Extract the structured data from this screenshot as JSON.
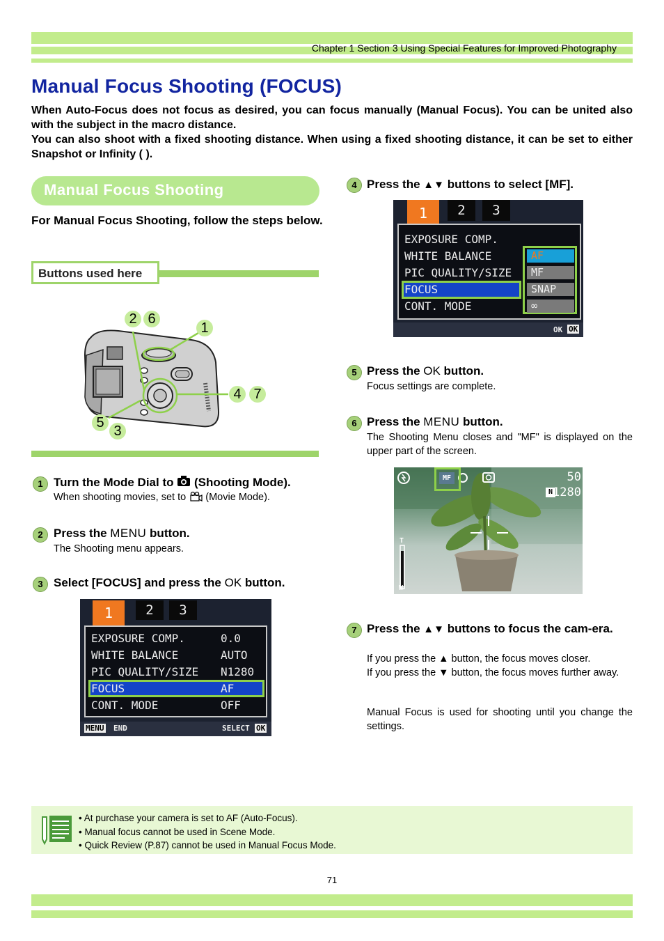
{
  "header": {
    "chapter": "Chapter 1 Section 3 Using Special Features for Improved Photography"
  },
  "title": "Manual Focus Shooting (FOCUS)",
  "intro": {
    "p1": "When Auto-Focus does not focus as desired, you can focus manually (Manual Focus). You can be united also with the subject in the macro distance.",
    "p2": "You can also shoot with a fixed shooting distance. When using a fixed shooting distance, it can be set to either Snapshot or Infinity (   )."
  },
  "section_heading": "Manual Focus Shooting",
  "subheading": "For Manual Focus Shooting, follow the steps below.",
  "buttons_used": "Buttons used here",
  "camera_callouts": {
    "c2": "2",
    "c6": "6",
    "c1": "1",
    "c4": "4",
    "c7": "7",
    "c5": "5",
    "c3": "3"
  },
  "steps": [
    {
      "num": "1",
      "title_a": "Turn the Mode Dial to ",
      "title_b": " (Shooting Mode).",
      "text_a": "When shooting movies, set to ",
      "text_b": " (Movie Mode)."
    },
    {
      "num": "2",
      "title_a": "Press the ",
      "key": "MENU",
      "title_b": " button.",
      "text": "The Shooting menu appears."
    },
    {
      "num": "3",
      "title_a": "Select  [FOCUS] and press the ",
      "key": "OK",
      "title_b": " button."
    },
    {
      "num": "4",
      "title_a": "Press the ",
      "key": "▲▼",
      "title_b": " buttons to select [MF]."
    },
    {
      "num": "5",
      "title_a": "Press the ",
      "key": "OK",
      "title_b": " button.",
      "text": "Focus settings are complete."
    },
    {
      "num": "6",
      "title_a": "Press the ",
      "key": "MENU",
      "title_b": " button.",
      "text": "The Shooting Menu closes and \"MF\" is displayed on the upper part of the screen."
    },
    {
      "num": "7",
      "title_a": "Press the ",
      "key": "▲▼",
      "title_b": " buttons to focus the cam-era.",
      "text1": "If you press the ▲ button, the focus moves closer.",
      "text2": "If you press the ▼ button, the focus moves further away.",
      "text3": "Manual Focus is used for shooting until you change the settings."
    }
  ],
  "menu_screen_1": {
    "tabs": [
      "1",
      "2",
      "3"
    ],
    "rows": [
      {
        "label": "EXPOSURE COMP.",
        "value": "0.0"
      },
      {
        "label": "WHITE BALANCE",
        "value": "AUTO"
      },
      {
        "label": "PIC QUALITY/SIZE",
        "value": "N1280"
      },
      {
        "label": "FOCUS",
        "value": "AF"
      },
      {
        "label": "CONT. MODE",
        "value": "OFF"
      }
    ],
    "footer_left_key": "MENU",
    "footer_left": "END",
    "footer_right": "SELECT",
    "footer_right_key": "OK"
  },
  "menu_screen_2": {
    "tabs": [
      "1",
      "2",
      "3"
    ],
    "rows": [
      "EXPOSURE COMP.",
      "WHITE BALANCE",
      "PIC QUALITY/SIZE",
      "FOCUS",
      "CONT. MODE"
    ],
    "options": [
      "AF",
      "MF",
      "SNAP",
      "∞"
    ],
    "footer_right": "OK",
    "footer_right_key": "OK"
  },
  "preview_screen": {
    "count": "50",
    "size": "1280",
    "size_badge": "N",
    "zoom_top": "T",
    "zoom_bottom": "W",
    "mf_badge": "MF"
  },
  "notes": [
    "• At purchase your camera is set to AF (Auto-Focus).",
    "• Manual focus cannot be used in Scene Mode.",
    "• Quick Review (P.87) cannot be used in Manual Focus Mode."
  ],
  "page_number": "71",
  "colors": {
    "title_blue": "#1225a0",
    "bar_green": "#c2ec8c",
    "accent_green": "#9ed46a",
    "highlight_blue": "#1444c8"
  }
}
